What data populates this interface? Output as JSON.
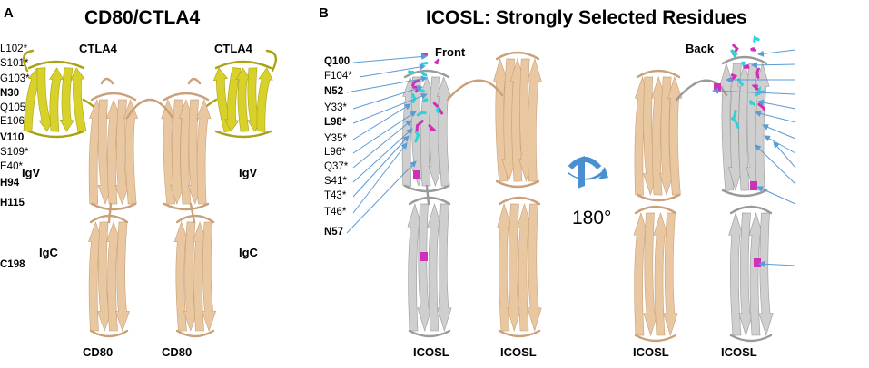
{
  "panel_a": {
    "letter": "A",
    "title": "CD80/CTLA4",
    "ctla4_left": "CTLA4",
    "ctla4_right": "CTLA4",
    "igv_left": "IgV",
    "igv_right": "IgV",
    "igc_left": "IgC",
    "igc_right": "IgC",
    "cd80_left": "CD80",
    "cd80_right": "CD80"
  },
  "panel_b": {
    "letter": "B",
    "title": "ICOSL: Strongly Selected Residues",
    "front": "Front",
    "back": "Back",
    "rotation": "180°",
    "icosl_1": "ICOSL",
    "icosl_2": "ICOSL",
    "icosl_3": "ICOSL",
    "icosl_4": "ICOSL",
    "front_residues": [
      {
        "text": "Q100",
        "bold": true
      },
      {
        "text": "F104*",
        "bold": false
      },
      {
        "text": "N52",
        "bold": true
      },
      {
        "text": "Y33*",
        "bold": false
      },
      {
        "text": "L98*",
        "bold": true
      },
      {
        "text": "Y35*",
        "bold": false
      },
      {
        "text": "L96*",
        "bold": false
      },
      {
        "text": "Q37*",
        "bold": false
      },
      {
        "text": "S41*",
        "bold": false
      },
      {
        "text": "T43*",
        "bold": false
      },
      {
        "text": "T46*",
        "bold": false
      },
      {
        "text": "N57",
        "bold": true
      }
    ],
    "back_residues": [
      {
        "text": "L102*",
        "bold": false
      },
      {
        "text": "S101*",
        "bold": false
      },
      {
        "text": "G103*",
        "bold": false
      },
      {
        "text": "N30",
        "bold": true
      },
      {
        "text": "Q105*",
        "bold": false
      },
      {
        "text": "E106*",
        "bold": false
      },
      {
        "text": "V110",
        "bold": true
      },
      {
        "text": "S109*",
        "bold": false
      },
      {
        "text": "E40*",
        "bold": false
      },
      {
        "text": "H94",
        "bold": true
      },
      {
        "text": "H115",
        "bold": true
      },
      {
        "text": "C198",
        "bold": true
      }
    ]
  },
  "colors": {
    "cd80_tan": "#e9c7a0",
    "cd80_tan_dark": "#c9a079",
    "ctla4_yellow": "#d8d12a",
    "ctla4_yellow_dark": "#a9a314",
    "icosl_gray": "#cfcfcf",
    "icosl_gray_dark": "#9a9a9a",
    "magenta": "#d02fb8",
    "cyan": "#2ad4d8",
    "arrow_blue": "#5b9bd5",
    "rotate_blue": "#4a8fd0"
  }
}
